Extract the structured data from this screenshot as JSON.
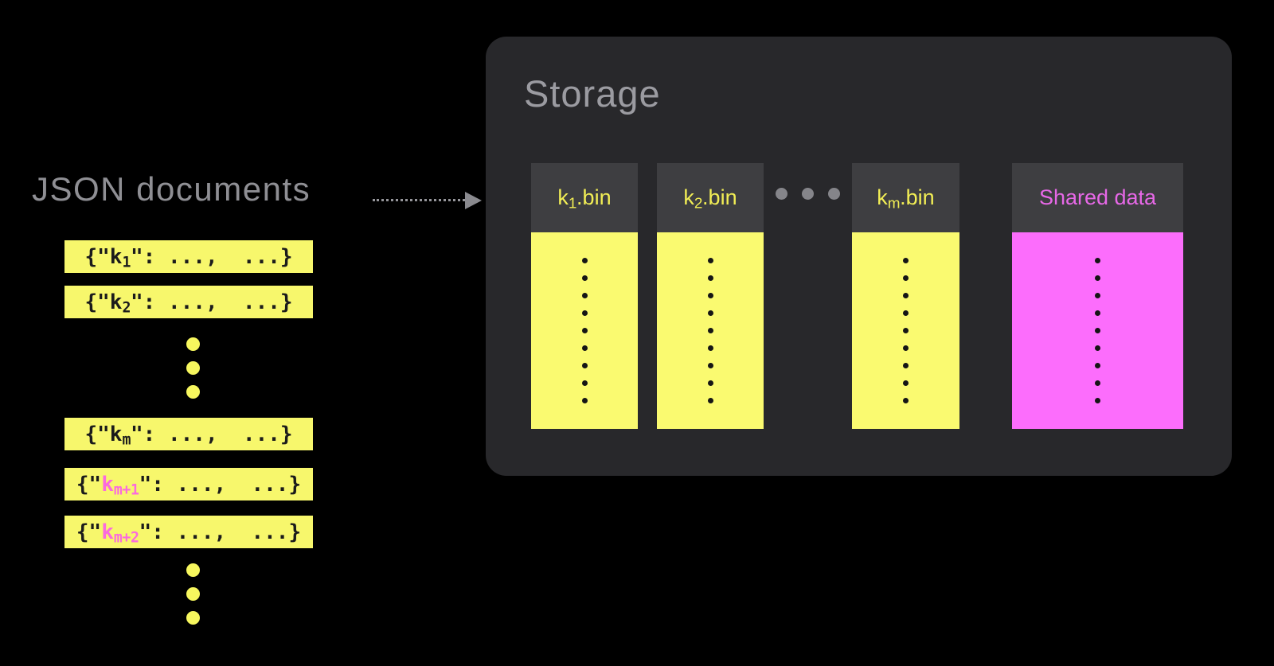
{
  "left_panel": {
    "title": "JSON documents",
    "documents": [
      {
        "open": "{\"",
        "key": "k",
        "sub": "1",
        "close": "\": ...,  ...}"
      },
      {
        "open": "{\"",
        "key": "k",
        "sub": "2",
        "close": "\": ...,  ...}"
      },
      {
        "open": "{\"",
        "key": "k",
        "sub": "m",
        "close": "\": ...,  ...}"
      },
      {
        "open": "{\"",
        "key": "k",
        "sub": "m+1",
        "close": "\": ...,  ...}"
      },
      {
        "open": "{\"",
        "key": "k",
        "sub": "m+2",
        "close": "\": ...,  ...}"
      }
    ]
  },
  "storage": {
    "title": "Storage",
    "bins": [
      {
        "key": "k",
        "sub": "1",
        "suffix": ".bin"
      },
      {
        "key": "k",
        "sub": "2",
        "suffix": ".bin"
      },
      {
        "key": "k",
        "sub": "m",
        "suffix": ".bin"
      },
      {
        "label": "Shared data"
      }
    ]
  },
  "dots": {
    "left_mid": 3,
    "left_bottom": 3,
    "storage_ellipsis": 3,
    "bin_rows": 9
  },
  "colors": {
    "background": "#000000",
    "storage_box": "#28282b",
    "bin_header_bg": "#3e3e41",
    "bin_yellow": "#fafa70",
    "bar_yellow": "#f7f76c",
    "shared_pink": "#fc6dfc",
    "shared_label_text": "#e768e7",
    "bin_label_text": "#f2ee55",
    "highlight_key_pink": "#fb6ade",
    "muted_gray_text": "#8f8f94"
  }
}
